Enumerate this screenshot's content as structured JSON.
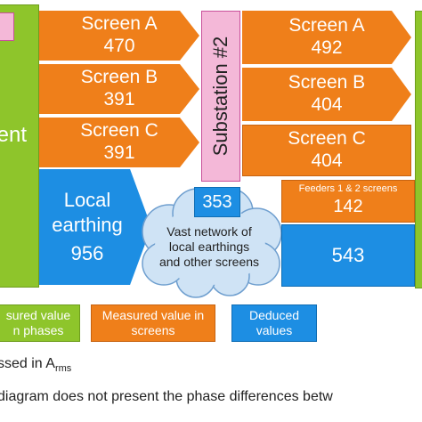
{
  "left_block": {
    "label": "ent"
  },
  "substation": {
    "label": "Substation #2"
  },
  "left_screens": [
    {
      "label": "Screen A",
      "value": "470"
    },
    {
      "label": "Screen B",
      "value": "391"
    },
    {
      "label": "Screen C",
      "value": "391"
    }
  ],
  "right_screens": [
    {
      "label": "Screen A",
      "value": "492"
    },
    {
      "label": "Screen B",
      "value": "404"
    },
    {
      "label": "Screen C",
      "value": "404"
    }
  ],
  "local_earthing": {
    "label_line1": "Local",
    "label_line2": "earthing",
    "value": "956"
  },
  "cloud": {
    "value": "353",
    "line1": "Vast network of",
    "line2": "local earthings",
    "line3": "and other screens"
  },
  "feeders": {
    "label": "Feeders 1 & 2 screens",
    "value": "142"
  },
  "deduced_box": {
    "value": "543"
  },
  "legend": [
    {
      "line1": "sured value",
      "line2": "n phases",
      "color": "#8ec52b"
    },
    {
      "line1": "Measured value in",
      "line2": "screens",
      "color": "#ef7f1a"
    },
    {
      "line1": "Deduced",
      "line2": "values",
      "color": "#1d8ee3"
    }
  ],
  "footnotes": {
    "line1_prefix": "ssed in A",
    "line1_sub": "rms",
    "line2": "diagram does not present the phase differences betw"
  },
  "colors": {
    "green": "#8ec52b",
    "orange": "#ef7f1a",
    "blue": "#1d8ee3",
    "pink": "#f4b8d8",
    "cloud": "#cfe3f5"
  }
}
